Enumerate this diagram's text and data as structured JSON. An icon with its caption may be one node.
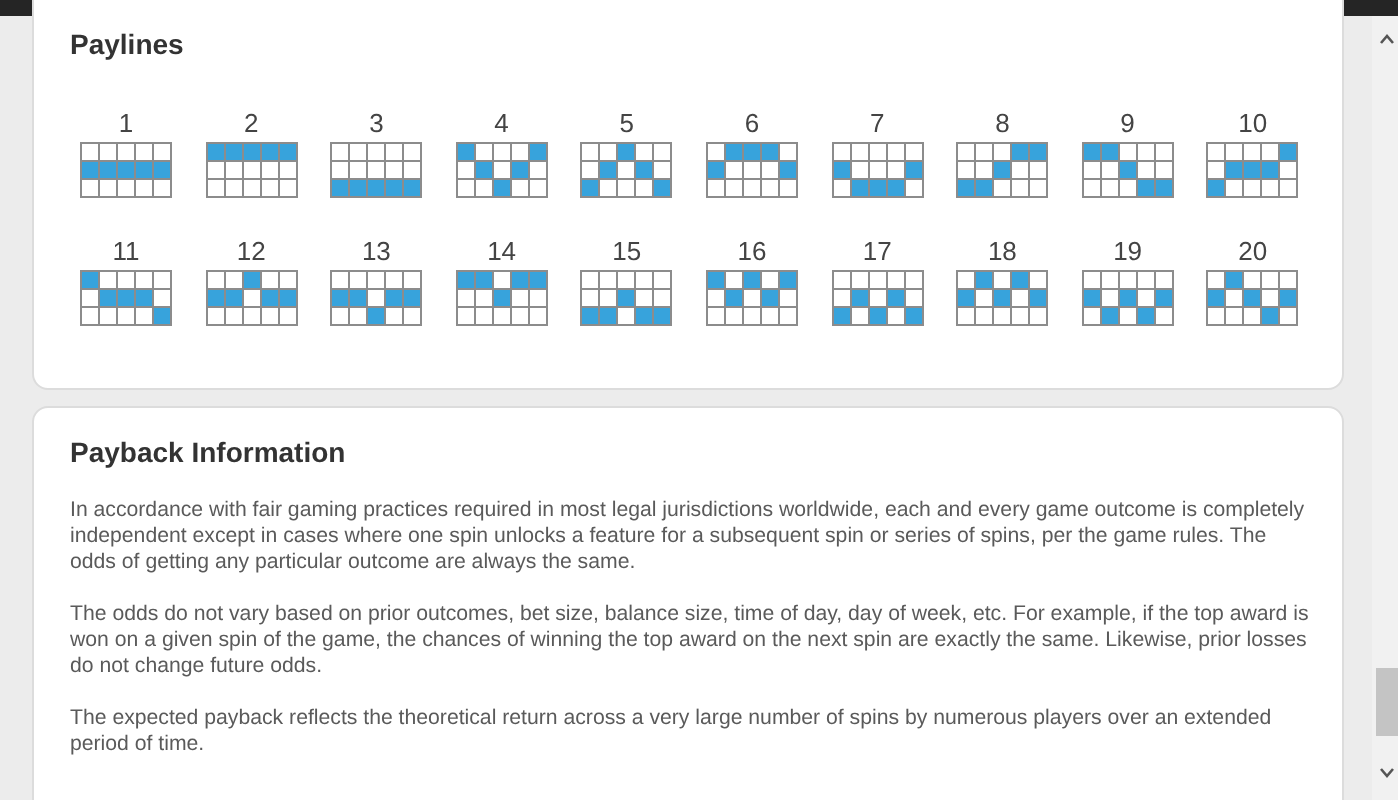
{
  "diagram": {
    "nodes": [
      {
        "text": [
          "Paylines"
        ]
      },
      {
        "text": [
          "1"
        ],
        "in": 0
      },
      {
        "text": [
          "2"
        ],
        "in": 0
      },
      {
        "text": [
          "3"
        ],
        "in": 0
      },
      {
        "text": [
          "4"
        ],
        "in": 0
      },
      {
        "text": [
          "5"
        ],
        "in": 0
      },
      {
        "text": [
          "6"
        ],
        "in": 0
      },
      {
        "text": [
          "7"
        ],
        "in": 0
      },
      {
        "text": [
          "8"
        ],
        "in": 0
      },
      {
        "text": [
          "9"
        ],
        "in": 0
      },
      {
        "text": [
          "10"
        ],
        "in": 0
      },
      {
        "text": [
          "11"
        ],
        "in": 0
      },
      {
        "text": [
          "12"
        ],
        "in": 0
      },
      {
        "text": [
          "13"
        ],
        "in": 0
      },
      {
        "text": [
          "14"
        ],
        "in": 0
      },
      {
        "text": [
          "15"
        ],
        "in": 0
      },
      {
        "text": [
          "16"
        ],
        "in": 0
      },
      {
        "text": [
          "17"
        ],
        "in": 0
      },
      {
        "text": [
          "18"
        ],
        "in": 0
      },
      {
        "text": [
          "19"
        ],
        "in": 0
      },
      {
        "text": [
          "20"
        ],
        "in": 0
      },
      {
        "text": [
          "Payback Information",
          "In accordance with fair gaming practices required in most legal jurisdictions worldwide, each and every game outcome is completely independent except in cases where one spin unlocks a feature for a subsequent spin or series of spins, per the game rules. The odds of getting any particular outcome are always the same.",
          "The odds do not vary based on prior outcomes, bet size, balance size, time of day, day of week, etc. For example, if the top award is won on a given spin of the game, the chances of winning the top award on the next spin are exactly the same. Likewise, prior losses do not change future odds.",
          "The expected payback reflects the theoretical return across a very large number of spins by numerous players over an extended period of time."
        ]
      }
    ]
  }
}
